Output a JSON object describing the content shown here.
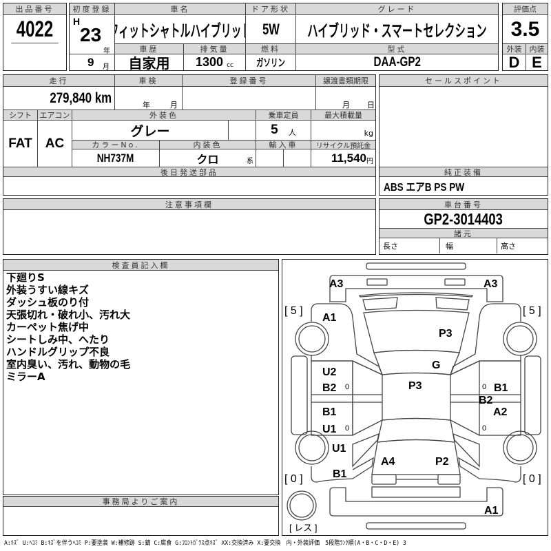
{
  "lot": {
    "label": "出品番号",
    "value": "4022"
  },
  "first_reg": {
    "label": "初度登録",
    "era": "H",
    "year": "23",
    "year_unit": "年",
    "month": "9",
    "month_unit": "月"
  },
  "car_name": {
    "label": "車名",
    "value": "フィットシャトルハイブリッド"
  },
  "door": {
    "label": "ドア形状",
    "value": "5W"
  },
  "grade": {
    "label": "グレード",
    "value": "ハイブリッド・スマートセレクション"
  },
  "score": {
    "label": "評価点",
    "value": "3.5",
    "exterior_label": "外装",
    "interior_label": "内装",
    "exterior": "D",
    "interior": "E"
  },
  "history": {
    "label": "車歴",
    "value": "自家用"
  },
  "displacement": {
    "label": "排気量",
    "value": "1300",
    "unit": "cc"
  },
  "fuel": {
    "label": "燃料",
    "value": "ガソリン"
  },
  "model": {
    "label": "型式",
    "value": "DAA-GP2"
  },
  "mileage": {
    "label": "走行",
    "value": "279,840 km"
  },
  "inspection": {
    "label": "車検",
    "year_unit": "年",
    "month_unit": "月"
  },
  "reg_number": {
    "label": "登録番号"
  },
  "transfer_deadline": {
    "label": "譲渡書類期限",
    "month_unit": "月",
    "day_unit": "日"
  },
  "shift": {
    "label": "シフト",
    "value": "FAT"
  },
  "aircon": {
    "label": "エアコン",
    "value": "AC"
  },
  "ext_color": {
    "label": "外装色",
    "value": "グレー"
  },
  "capacity": {
    "label": "乗車定員",
    "value": "5",
    "unit": "人"
  },
  "max_load": {
    "label": "最大積載量",
    "unit": "kg"
  },
  "color_no": {
    "label": "カラーNo.",
    "value": "NH737M"
  },
  "int_color": {
    "label": "内装色",
    "value": "クロ",
    "suffix": "系"
  },
  "import": {
    "label": "輸入車"
  },
  "recycle": {
    "label": "リサイクル預託金",
    "value": "11,540",
    "unit": "円"
  },
  "later_parts": {
    "label": "後日発送部品"
  },
  "sales_point": {
    "label": "セールスポイント"
  },
  "equipment": {
    "label": "純正装備",
    "value": "ABS エアB PS PW"
  },
  "notes": {
    "label": "注意事項欄"
  },
  "chassis": {
    "label": "車台番号",
    "value": "GP2-3014403"
  },
  "specs": {
    "label": "諸元",
    "length": "長さ",
    "width": "幅",
    "height": "高さ"
  },
  "inspector": {
    "label": "検査員記入欄",
    "lines": [
      "下廻りS",
      "外装うすい線キズ",
      "ダッシュ板のり付",
      "天張切れ・破れ小、汚れ大",
      "カーペット焦げ中",
      "シートしみ中、へたり",
      "ハンドルグリップ不良",
      "室内臭い、汚れ、動物の毛",
      "ミラーA"
    ]
  },
  "office": {
    "label": "事務局よりご案内"
  },
  "diagram": {
    "marks": {
      "rear_left": "A3",
      "rear_right": "A3",
      "rear_left_fender": "A1",
      "rear_hatch": "P3",
      "rear_glass": "G",
      "roof": "P3",
      "left_rear_door_1": "U2",
      "left_rear_door_2": "B2",
      "left_front_door_1": "B1",
      "left_front_door_2": "U1",
      "left_front_fender_1": "U1",
      "left_front_fender_2": "B1",
      "right_rear_door_1": "B1",
      "right_rear_door_2": "B2",
      "right_front_door": "A2",
      "windshield_area": "A4",
      "hood": "P2",
      "front_bumper": "A1"
    },
    "tread_rear_left": "[ 5 ]",
    "tread_rear_right": "[ 5 ]",
    "tread_front_left": "[ 0 ]",
    "tread_front_right": "[ 0 ]",
    "spare": "[ レス ]",
    "zero_marks": [
      "0",
      "0",
      "0",
      "0"
    ]
  },
  "legend": "A:ｷｽﾞ U:ﾍｺﾐ B:ｷｽﾞを伴うﾍｺﾐ P:要塗装 W:補修跡 S:錆 C:腐食 G:ﾌﾛﾝﾄｶﾞﾗｽ点ｷｽﾞ XX:交換済み X:要交換　内・外装評価　5段階ﾗﾝｸ順(A・B・C・D・E) 3"
}
